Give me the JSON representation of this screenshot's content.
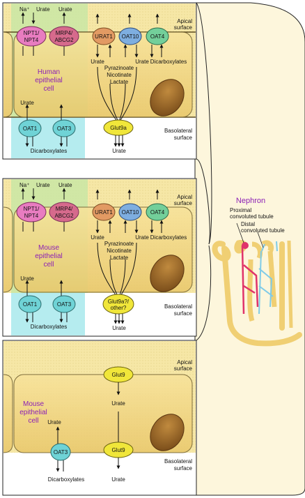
{
  "panels": [
    {
      "ion_label": "Na⁺",
      "top_urate_1": "Urate",
      "top_urate_2": "Urate",
      "npt_label_1": "NPT1/",
      "npt_label_2": "NPT4",
      "mrp_label_1": "MRP4/",
      "mrp_label_2": "ABCG2",
      "urat1": "URAT1",
      "oat10": "OAT10",
      "oat4": "OAT4",
      "apical_1": "Apical",
      "apical_2": "surface",
      "cell_line1": "Human",
      "cell_line2": "epithelial",
      "cell_line3": "cell",
      "urate_left": "Urate",
      "urate_right": "Urate",
      "substrates_1": "Pyrazinoate",
      "substrates_2": "Nicotinate",
      "substrates_3": "Lactate",
      "dicarbox_right": "Dicarboxylates",
      "oat1": "OAT1",
      "oat3": "OAT3",
      "urate_bl": "Urate",
      "glut_1": "Glut9a",
      "glut_2": "",
      "basolateral_1": "Basolateral",
      "basolateral_2": "surface",
      "dicarbox_bottom": "Dicarboxylates",
      "urate_bottom": "Urate"
    },
    {
      "ion_label": "Na⁺",
      "top_urate_1": "Urate",
      "top_urate_2": "Urate",
      "npt_label_1": "NPT1/",
      "npt_label_2": "NPT4",
      "mrp_label_1": "MRP4/",
      "mrp_label_2": "ABCG2",
      "urat1": "URAT1",
      "oat10": "OAT10",
      "oat4": "OAT4",
      "apical_1": "Apical",
      "apical_2": "surface",
      "cell_line1": "Mouse",
      "cell_line2": "epithelial",
      "cell_line3": "cell",
      "urate_left": "Urate",
      "urate_right": "Urate",
      "substrates_1": "Pyrazinoate",
      "substrates_2": "Nicotinate",
      "substrates_3": "Lactate",
      "dicarbox_right": "Dicarboxylates",
      "oat1": "OAT1",
      "oat3": "OAT3",
      "urate_bl": "Urate",
      "glut_1": "Glut9a?/",
      "glut_2": "other?",
      "basolateral_1": "Basolateral",
      "basolateral_2": "surface",
      "dicarbox_bottom": "Dicarboxylates",
      "urate_bottom": "Urate"
    }
  ],
  "panel3": {
    "glut_top": "Glut9",
    "apical_1": "Apical",
    "apical_2": "surface",
    "urate_mid": "Urate",
    "cell_line1": "Mouse",
    "cell_line2": "epithelial",
    "cell_line3": "cell",
    "urate_left": "Urate",
    "oat3": "OAT3",
    "glut_bottom": "Glut9",
    "basolateral_1": "Basolateral",
    "basolateral_2": "surface",
    "dicarbox": "Dicarboxylates",
    "urate_bottom": "Urate"
  },
  "nephron": {
    "title": "Nephron",
    "proximal_1": "Proximal",
    "proximal_2": "convoluted tubule",
    "distal_1": "Distal",
    "distal_2": "convoluted tubule"
  },
  "colors": {
    "cell_fill": "#f3d98a",
    "cell_stroke": "#6b5a2a",
    "green_zone": "#c9e6a5",
    "cyan_zone": "#b5ecef",
    "npt": "#e87cc0",
    "mrp": "#d66a8c",
    "urat": "#e29a63",
    "oat10": "#7eaee0",
    "oat4": "#73cf9a",
    "oat_cyan": "#6fd3d6",
    "glut": "#f0e63a",
    "nucleus": "#9a6a2a",
    "title_purple": "#8b1fb5",
    "artery_red": "#e0336a",
    "vessel_blue": "#7fcbe8",
    "tubule_yellow": "#f0cf73"
  }
}
